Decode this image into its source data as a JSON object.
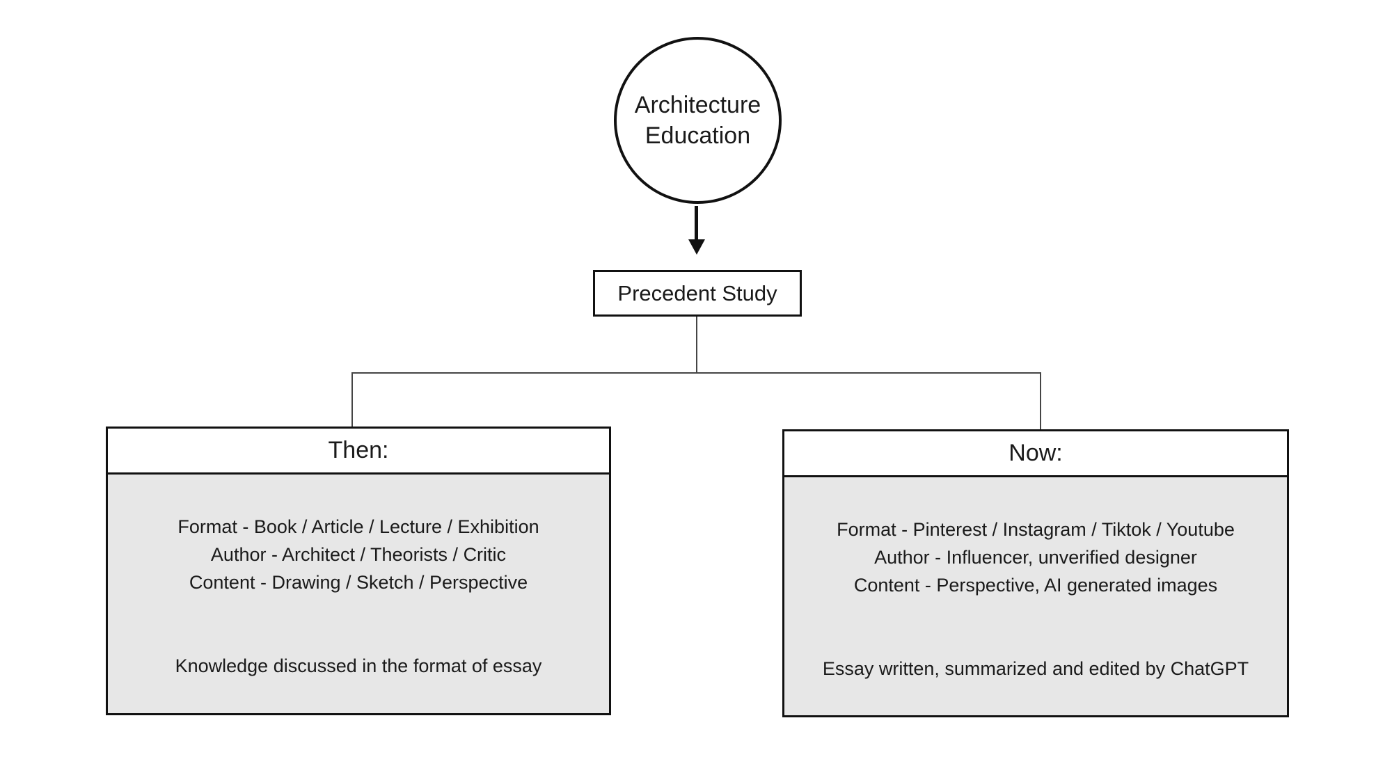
{
  "diagram": {
    "root_node": {
      "label_lines": [
        "Architecture",
        "Education"
      ]
    },
    "precedent_node": {
      "label": "Precedent Study"
    },
    "then_box": {
      "title": "Then:",
      "lines": [
        "Format - Book / Article / Lecture / Exhibition",
        "Author - Architect / Theorists / Critic",
        "Content - Drawing / Sketch / Perspective"
      ],
      "footer": "Knowledge discussed in the format of essay"
    },
    "now_box": {
      "title": "Now:",
      "lines": [
        "Format - Pinterest / Instagram / Tiktok / Youtube",
        "Author - Influencer, unverified designer",
        "Content - Perspective, AI generated images"
      ],
      "footer": "Essay written, summarized and edited by ChatGPT"
    },
    "colors": {
      "border": "#111111",
      "connector": "#454545",
      "body_fill": "#e7e7e7",
      "text": "#1a1a1a",
      "background": "#ffffff"
    }
  }
}
